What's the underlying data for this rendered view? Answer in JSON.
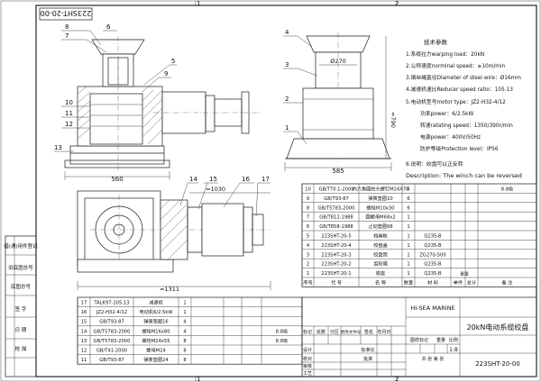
{
  "drawing_number": "223SHT-20-00",
  "drawing_number_box": "223SHT-20-00",
  "zone_numbers": [
    "1",
    "2"
  ],
  "side_labels": [
    "借(通)用件登记",
    "旧底图总号",
    "底图总号",
    "签 字",
    "日 期"
  ],
  "side_label_bottom": "校 描",
  "callouts_front": [
    "8",
    "7",
    "6",
    "5",
    "9",
    "10",
    "11",
    "12",
    "13"
  ],
  "callouts_side": [
    "4",
    "3",
    "2",
    "1"
  ],
  "callouts_top": [
    "14",
    "15",
    "16",
    "17"
  ],
  "dims": {
    "front_width": "560",
    "side_width": "585",
    "side_height": "≈790",
    "drum_dia": "Ø270",
    "top_length": "≈1030",
    "top_total": "≈1311"
  },
  "tech_spec": {
    "title": "技术参数",
    "lines": [
      "1.系缆拉力warping load：20kN",
      "2.公称速度norminal speed：≥10m/min",
      "3.钢丝绳直径Diameter of steel wire：Ø16mm",
      "4.减速机速比Reducer speed ratio：105.13",
      "5.电动机型号motor type：JZ2-H32-4/12",
      "功率power：6/2.5kW",
      "转速ratating speed：1350/390r/min",
      "电源power：400V/50Hz",
      "防护等级Protection level：IP56",
      "6.说明：绞盘可以正反转",
      "Description: The winch can be reversed"
    ]
  },
  "bom_right": {
    "header": [
      "序号",
      "代 号",
      "名 称",
      "数量",
      "材 料",
      "单件",
      "总计",
      "备 注"
    ],
    "weight_label": "重量",
    "rows": [
      [
        "10",
        "GB/T70.1-2000",
        "内六角圆柱头螺钉M24X70",
        "6",
        "",
        "",
        "",
        "8.8级"
      ],
      [
        "9",
        "GB/T93-87",
        "弹簧垫圈10",
        "6",
        "",
        "",
        "",
        ""
      ],
      [
        "8",
        "GB/T5783-2000",
        "螺栓M10x30",
        "6",
        "",
        "",
        "",
        ""
      ],
      [
        "7",
        "GB/T812-1988",
        "圆螺母M68x2",
        "1",
        "",
        "",
        "",
        ""
      ],
      [
        "6",
        "GB/T858-1988",
        "止动垫圈68",
        "1",
        "",
        "",
        "",
        ""
      ],
      [
        "5",
        "223SHT-20-5",
        "挡绳板",
        "1",
        "Q235-B",
        "",
        "",
        ""
      ],
      [
        "4",
        "223SHT-20-4",
        "绞盘盖",
        "1",
        "Q235-B",
        "",
        "",
        ""
      ],
      [
        "3",
        "223SHT-20-3",
        "绞盘筒",
        "1",
        "ZG270-500",
        "",
        "",
        ""
      ],
      [
        "2",
        "223SHT-20-2",
        "齿轮箱",
        "1",
        "Q235-B",
        "",
        "",
        ""
      ],
      [
        "1",
        "223SHT-20-1",
        "底座",
        "1",
        "Q235-B",
        "",
        "",
        ""
      ]
    ]
  },
  "bom_left": {
    "rows": [
      [
        "17",
        "TALK97-105.13",
        "减速机",
        "1",
        "",
        "",
        "",
        ""
      ],
      [
        "16",
        "JZ2-H32-4/12",
        "电动机6/2.5kW",
        "1",
        "",
        "",
        "",
        ""
      ],
      [
        "15",
        "GB/T93-87",
        "弹簧垫圈16",
        "4",
        "",
        "",
        "",
        ""
      ],
      [
        "14",
        "GB/T5783-2000",
        "螺栓M16x80",
        "4",
        "",
        "",
        "",
        "8.8级"
      ],
      [
        "13",
        "GB/T5783-2000",
        "螺栓M24x55",
        "8",
        "",
        "",
        "",
        "8.8级"
      ],
      [
        "12",
        "GB/T41-2000",
        "螺母M24",
        "8",
        "",
        "",
        "",
        ""
      ],
      [
        "11",
        "GB/T93-87",
        "弹簧垫圈24",
        "8",
        "",
        "",
        "",
        ""
      ]
    ]
  },
  "title_block": {
    "company": "HI-SEA MARINE",
    "product_name": "20kN电动系缆绞盘",
    "drawing_code": "223SHT-20-00",
    "scale": "1:8",
    "stage_label": "图样标记",
    "weight_label": "重量",
    "scale_label": "比例",
    "sheet_info": "共 张   第 张",
    "rev_labels": [
      "标记",
      "处数",
      "分区",
      "更改文件号",
      "签名",
      "年月日"
    ],
    "role_labels": [
      "设计",
      "校对",
      "审核",
      "工艺",
      "标准化",
      "批准"
    ],
    "role_labels2": [
      "阶段标记"
    ]
  }
}
